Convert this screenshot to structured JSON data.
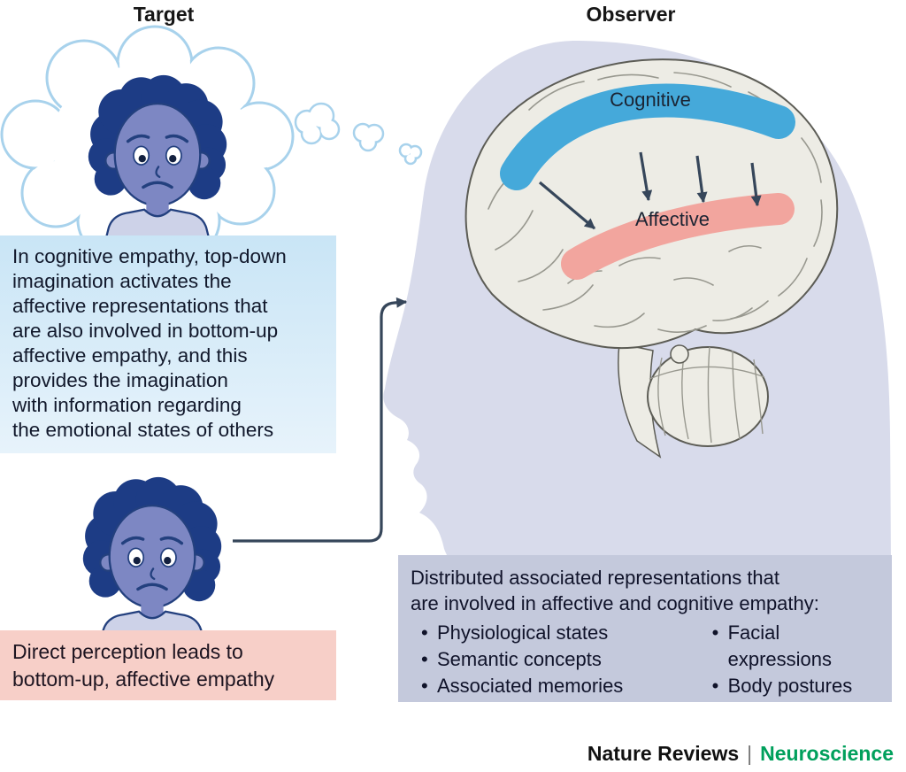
{
  "titles": {
    "target": "Target",
    "observer": "Observer"
  },
  "brain": {
    "cognitive_label": "Cognitive",
    "affective_label": "Affective"
  },
  "boxes": {
    "cognitive_lines": [
      "In cognitive empathy, top-down",
      "imagination activates the",
      "affective representations that",
      "are also involved in bottom-up",
      "affective empathy, and this",
      "provides the imagination",
      "with information regarding",
      "the emotional states of others"
    ],
    "affective_lines": [
      "Direct perception leads to",
      "bottom-up, affective empathy"
    ],
    "distributed": {
      "intro_lines": [
        "Distributed associated representations that",
        "are involved in affective and cognitive empathy:"
      ],
      "bullets_left": [
        "Physiological states",
        "Semantic concepts",
        "Associated memories"
      ],
      "bullets_right": [
        "Facial expressions",
        "Body postures"
      ]
    }
  },
  "footer": {
    "brand": "Nature Reviews",
    "separator": "|",
    "journal": "Neuroscience"
  },
  "colors": {
    "accent_blue": "#45a9da",
    "accent_pink": "#f2a59e",
    "box_blue_top": "#c9e5f6",
    "box_blue_bottom": "#e7f3fb",
    "box_pink": "#f7cfc8",
    "box_lavender": "#c4c9dc",
    "silhouette": "#d8dbeb",
    "brain_fill": "#edece5",
    "brain_line": "#5c5c55",
    "gyri_line": "#98988f",
    "skin": "#7d87c3",
    "hair": "#1d3c85",
    "shirt": "#cdd2e8",
    "outline_navy": "#23407e",
    "arrow": "#36465a",
    "bubble_stroke": "#a8d2ec",
    "ink": "#11182b",
    "journal_green": "#00a05c"
  }
}
